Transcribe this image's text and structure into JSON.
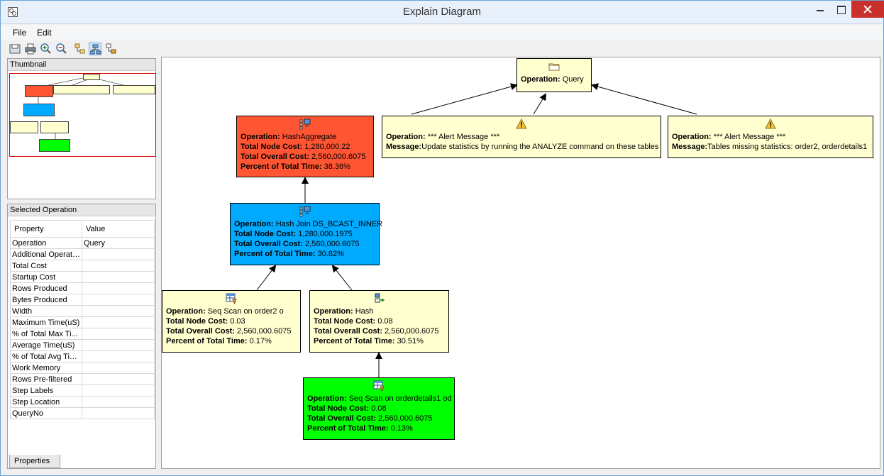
{
  "window": {
    "title": "Explain Diagram"
  },
  "menu": {
    "file": "File",
    "edit": "Edit"
  },
  "thumbnail": {
    "header": "Thumbnail"
  },
  "selected": {
    "header": "Selected Operation",
    "col_property": "Property",
    "col_value": "Value",
    "rows": [
      {
        "k": "Operation",
        "v": "Query"
      },
      {
        "k": "Additional Operati...",
        "v": ""
      },
      {
        "k": "Total Cost",
        "v": ""
      },
      {
        "k": "Startup Cost",
        "v": ""
      },
      {
        "k": "Rows Produced",
        "v": ""
      },
      {
        "k": "Bytes Produced",
        "v": ""
      },
      {
        "k": "Width",
        "v": ""
      },
      {
        "k": "Maximum Time(uS)",
        "v": ""
      },
      {
        "k": "% of Total Max Ti...",
        "v": ""
      },
      {
        "k": "Average Time(uS)",
        "v": ""
      },
      {
        "k": "% of Total Avg Time",
        "v": ""
      },
      {
        "k": "Work Memory",
        "v": ""
      },
      {
        "k": "Rows Pre-filtered",
        "v": ""
      },
      {
        "k": "Step Labels",
        "v": ""
      },
      {
        "k": "Step Location",
        "v": ""
      },
      {
        "k": "QueryNo",
        "v": ""
      }
    ],
    "tab": "Properties"
  },
  "labels": {
    "operation": "Operation:",
    "message": "Message:",
    "node_cost": "Total Node Cost:",
    "overall_cost": "Total Overall Cost:",
    "percent": "Percent of Total Time:"
  },
  "nodes": {
    "query": {
      "operation": "Query",
      "color": "#ffffd0",
      "icon": "folder-icon"
    },
    "alert1": {
      "operation": "*** Alert Message ***",
      "message": "Update statistics by running the ANALYZE command on these tables",
      "color": "#ffffd0",
      "icon": "warning-icon"
    },
    "alert2": {
      "operation": "*** Alert Message ***",
      "message": "Tables missing statistics: order2, orderdetails1",
      "color": "#ffffd0",
      "icon": "warning-icon"
    },
    "hashagg": {
      "operation": "HashAggregate",
      "node_cost": "1,280,000.22",
      "overall_cost": "2,560,000.6075",
      "percent": "38.36%",
      "color": "#ff5533",
      "icon": "aggregate-icon"
    },
    "hashjoin": {
      "operation": "Hash Join DS_BCAST_INNER",
      "node_cost": "1,280,000.1975",
      "overall_cost": "2,560,000.6075",
      "percent": "30.82%",
      "color": "#00aaff",
      "icon": "join-icon"
    },
    "seqscan1": {
      "operation": "Seq Scan on order2 o",
      "node_cost": "0.03",
      "overall_cost": "2,560,000.6075",
      "percent": "0.17%",
      "color": "#ffffd0",
      "icon": "table-scan-icon"
    },
    "hash": {
      "operation": "Hash",
      "node_cost": "0.08",
      "overall_cost": "2,560,000.6075",
      "percent": "30.51%",
      "color": "#ffffd0",
      "icon": "hash-icon"
    },
    "seqscan2": {
      "operation": "Seq Scan on orderdetails1 od",
      "node_cost": "0.08",
      "overall_cost": "2,560,000.6075",
      "percent": "0.13%",
      "color": "#00ff00",
      "icon": "table-scan-icon"
    }
  }
}
